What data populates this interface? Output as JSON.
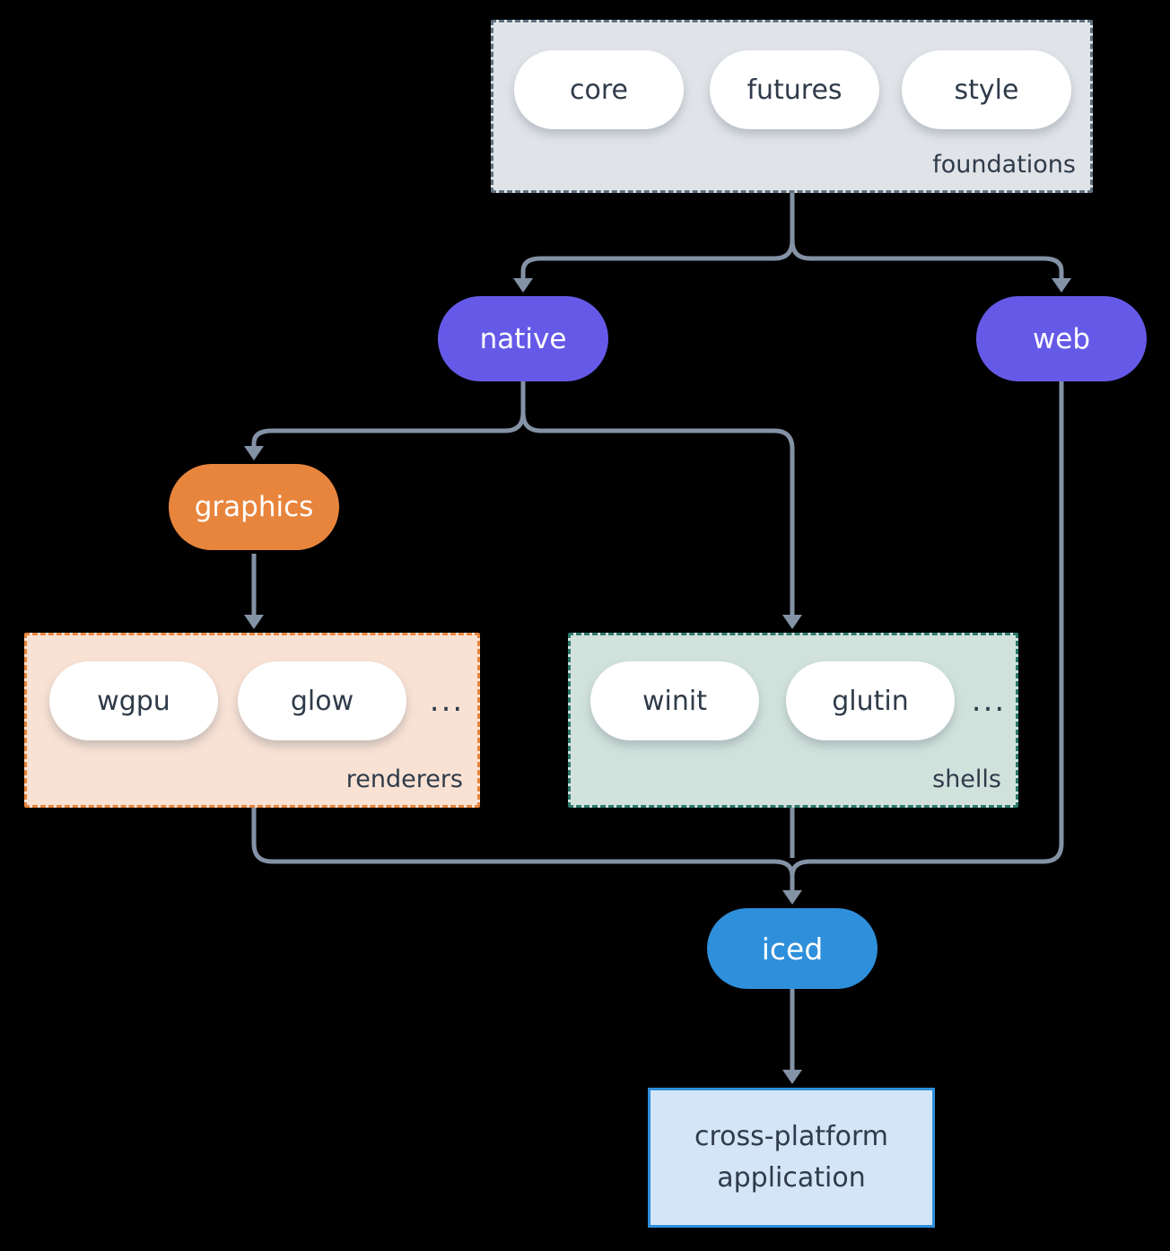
{
  "colors": {
    "background": "#000000",
    "connector": "#8492a6",
    "pill_text": "#2f3b4a",
    "purple": "#655ae8",
    "orange": "#e8853d",
    "blue": "#2e8fdb",
    "foundations_fill": "#e0e4e8",
    "foundations_border": "#5f7080",
    "renderers_fill": "#f9e2d4",
    "renderers_border": "#e8853d",
    "shells_fill": "#d1e2dc",
    "shells_border": "#2b7a6b",
    "app_fill": "#d3e5f6",
    "app_border": "#2e8fdb"
  },
  "foundations": {
    "label": "foundations",
    "pills": [
      "core",
      "futures",
      "style"
    ]
  },
  "native": {
    "label": "native"
  },
  "web": {
    "label": "web"
  },
  "graphics": {
    "label": "graphics"
  },
  "renderers": {
    "label": "renderers",
    "pills": [
      "wgpu",
      "glow"
    ],
    "ellipsis": "..."
  },
  "shells": {
    "label": "shells",
    "pills": [
      "winit",
      "glutin"
    ],
    "ellipsis": "..."
  },
  "iced": {
    "label": "iced"
  },
  "application": {
    "label": "cross-platform application"
  }
}
